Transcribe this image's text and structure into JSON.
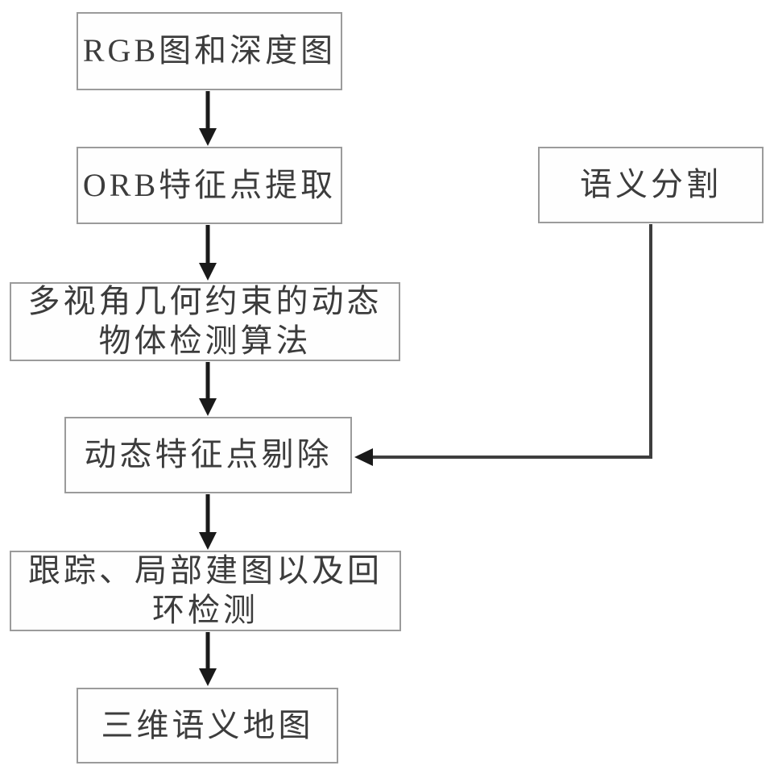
{
  "diagram": {
    "title": "SLAM flowchart (Chinese)",
    "colors": {
      "background": "#ffffff",
      "box_fill": "#fefefe",
      "box_border": "#9b9b9b",
      "text": "#3c3c3c",
      "arrow": "#1a1a1a",
      "connector": "#3e3e3e"
    },
    "nodes": {
      "rgb_depth": {
        "label": "RGB图和深度图"
      },
      "orb": {
        "label": "ORB特征点提取"
      },
      "multiview": {
        "label": "多视角几何约束的动态物体检测算法",
        "lines": [
          "多视角几何约束的动态",
          "物体检测算法"
        ]
      },
      "dynamic_removal": {
        "label": "动态特征点剔除"
      },
      "tracking": {
        "label": "跟踪、局部建图以及回环检测",
        "lines": [
          "跟踪、局部建图以及回",
          "环检测"
        ]
      },
      "semantic_map": {
        "label": "三维语义地图"
      },
      "semantic_seg": {
        "label": "语义分割"
      }
    },
    "edges": [
      {
        "from": "rgb_depth",
        "to": "orb"
      },
      {
        "from": "orb",
        "to": "multiview"
      },
      {
        "from": "multiview",
        "to": "dynamic_removal"
      },
      {
        "from": "dynamic_removal",
        "to": "tracking"
      },
      {
        "from": "tracking",
        "to": "semantic_map"
      },
      {
        "from": "semantic_seg",
        "to": "dynamic_removal"
      }
    ]
  }
}
